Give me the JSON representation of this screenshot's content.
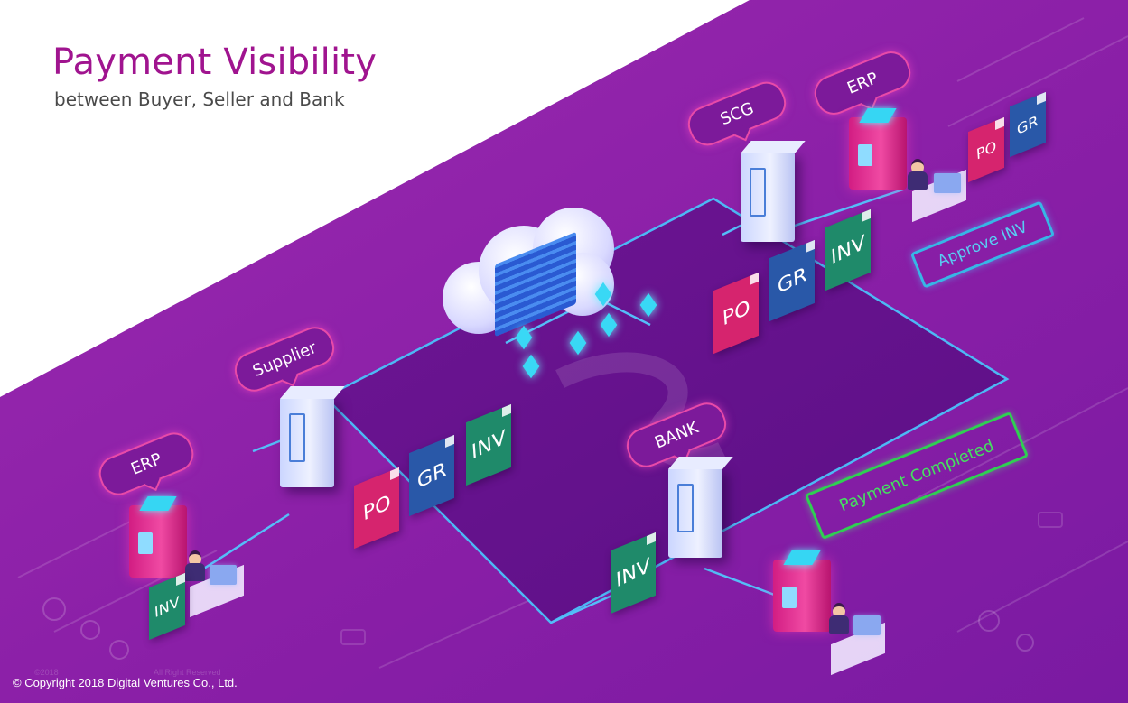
{
  "header": {
    "title": "Payment Visibility",
    "subtitle": "between Buyer, Seller and Bank"
  },
  "footer": {
    "copyright": "© Copyright 2018 Digital Ventures Co., Ltd.",
    "ghost_left": "©2018",
    "ghost_right": "All Right Reserved"
  },
  "nodes": {
    "erp_left": "ERP",
    "supplier": "Supplier",
    "scg": "SCG",
    "erp_right": "ERP",
    "bank": "BANK"
  },
  "documents": {
    "po": "PO",
    "gr": "GR",
    "inv": "INV"
  },
  "status": {
    "approve": "Approve INV",
    "completed": "Payment Completed"
  },
  "colors": {
    "background_purple": "#8a1fa7",
    "title": "#a0148f",
    "po": "#d6246e",
    "gr": "#2958a8",
    "inv": "#1f8a6a",
    "approve_border": "#37b6e6",
    "completed_border": "#2fcf52"
  }
}
